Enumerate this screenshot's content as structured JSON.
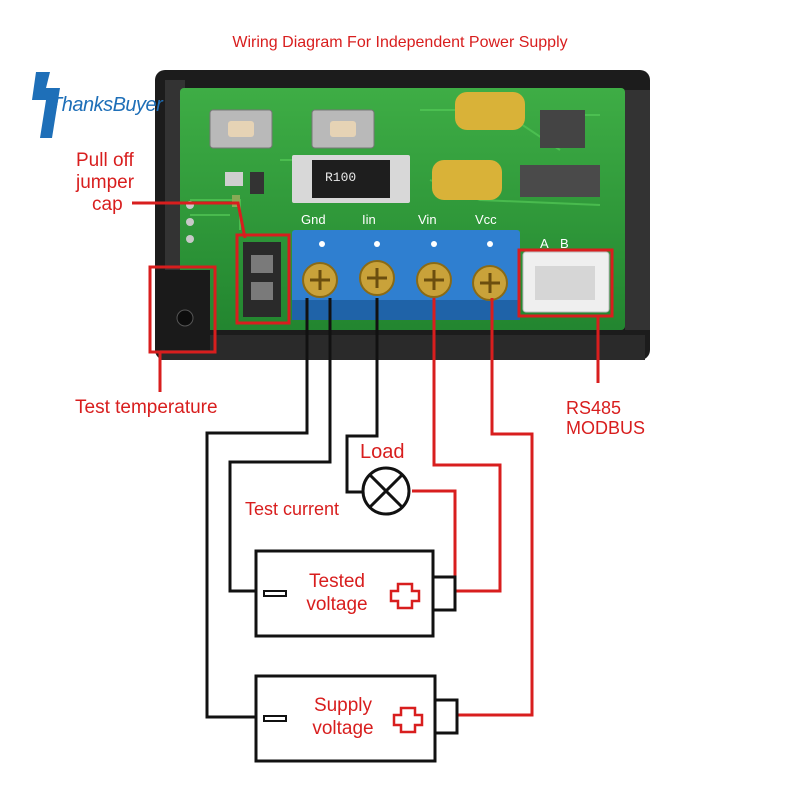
{
  "title": "Wiring Diagram For Independent Power Supply",
  "brand": "ThanksBuyer",
  "labels": {
    "jumper_line1": "Pull off",
    "jumper_line2": "jumper",
    "jumper_line3": "cap",
    "test_temperature": "Test temperature",
    "rs485_line1": "RS485",
    "rs485_line2": "MODBUS",
    "load": "Load",
    "test_current": "Test current"
  },
  "terminals": [
    "Gnd",
    "Iin",
    "Vin",
    "Vcc"
  ],
  "port_pins": [
    "A",
    "B"
  ],
  "shunt_marking": "R100",
  "batteries": [
    {
      "line1": "Tested",
      "line2": "voltage",
      "minus": "−",
      "plus": "+"
    },
    {
      "line1": "Supply",
      "line2": "voltage",
      "minus": "−",
      "plus": "+"
    }
  ],
  "colors": {
    "accent_red": "#d81e1e",
    "pcb_green": "#2e9b3a",
    "terminal_blue": "#2f7fd0",
    "case_black": "#1a1a1a",
    "brand_blue": "#1e6fb8"
  }
}
